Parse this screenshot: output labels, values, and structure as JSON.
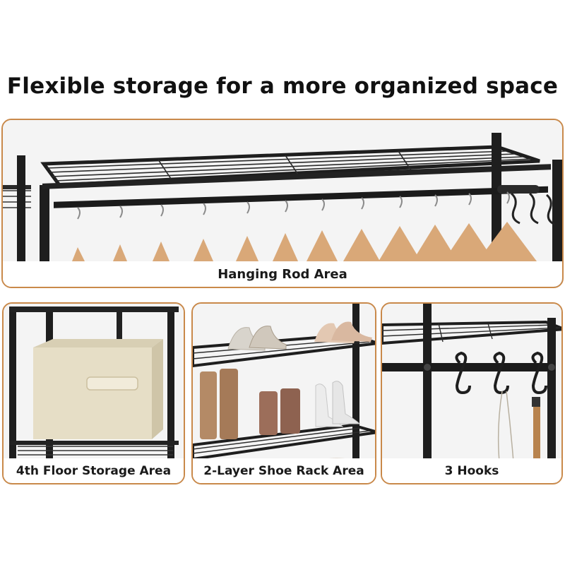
{
  "headline": "Flexible storage for a more organized space",
  "panels": {
    "hanging_rod": {
      "label": "Hanging Rod Area"
    },
    "floor_storage": {
      "label": "4th Floor Storage Area"
    },
    "shoe_rack": {
      "label": "2-Layer Shoe Rack Area"
    },
    "hooks": {
      "label": "3 Hooks"
    }
  },
  "colors": {
    "frame_border": "#c9894a",
    "metal": "#1e1e1e",
    "hanger_wood": "#d9a878",
    "fabric_box": "#e8e0c8",
    "background": "#f3f3f3"
  }
}
